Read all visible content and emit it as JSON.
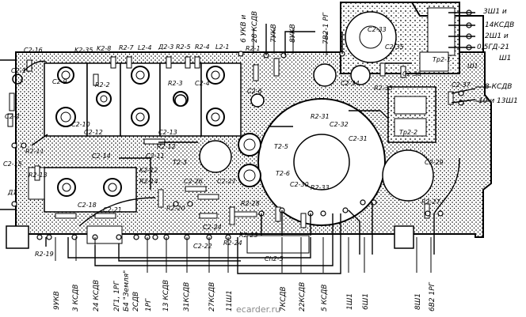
{
  "board_labels": [
    {
      "id": "c2-16",
      "text": "C2-16"
    },
    {
      "id": "k2-35",
      "text": "K2-35"
    },
    {
      "id": "k2-8",
      "text": "K2-8"
    },
    {
      "id": "r2-7",
      "text": "R2-7"
    },
    {
      "id": "l2-4",
      "text": "L2-4"
    },
    {
      "id": "d2-3",
      "text": "Д2-3"
    },
    {
      "id": "r2-5",
      "text": "R2-5"
    },
    {
      "id": "r2-4",
      "text": "R2-4"
    },
    {
      "id": "l2-1",
      "text": "L2-1"
    },
    {
      "id": "r2-1",
      "text": "R2-1"
    },
    {
      "id": "c2-33",
      "text": "C2-33"
    },
    {
      "id": "r2-31",
      "text": "R2-31"
    },
    {
      "id": "c2-32",
      "text": "C2-32"
    },
    {
      "id": "t2-5",
      "text": "T2-5"
    },
    {
      "id": "t2-6",
      "text": "T2-6"
    },
    {
      "id": "c2-30",
      "text": "C2-30"
    },
    {
      "id": "r2-33",
      "text": "R2-33"
    },
    {
      "id": "c2-29",
      "text": "C2-29"
    },
    {
      "id": "r2-27",
      "text": "R2-27"
    },
    {
      "id": "tr2-2",
      "text": "Tp2-2"
    },
    {
      "id": "c2-26",
      "text": "C2-26"
    },
    {
      "id": "c2-27",
      "text": "C2-27"
    },
    {
      "id": "r2-28",
      "text": "R2-28"
    },
    {
      "id": "c2-18",
      "text": "C2-18"
    },
    {
      "id": "c2-21",
      "text": "C2-21"
    },
    {
      "id": "r2-19",
      "text": "R2-19"
    },
    {
      "id": "d1",
      "text": "Д1"
    },
    {
      "id": "c2-15",
      "text": "C2-15"
    },
    {
      "id": "c2-13",
      "text": "C2-13"
    },
    {
      "id": "k2-12",
      "text": "K2-12"
    },
    {
      "id": "c2-10",
      "text": "C2-10"
    },
    {
      "id": "c2-11",
      "text": "C2-11"
    },
    {
      "id": "r2-12",
      "text": "R2-12"
    },
    {
      "id": "r2-14",
      "text": "R2-14"
    },
    {
      "id": "t2-3",
      "text": "T2-3"
    },
    {
      "id": "c2-22",
      "text": "C2-22"
    },
    {
      "id": "c2-24",
      "text": "C2-24"
    },
    {
      "id": "r2-24",
      "text": "R2-24"
    },
    {
      "id": "r2-23",
      "text": "R2-23"
    },
    {
      "id": "c2-1",
      "text": "C2-1"
    },
    {
      "id": "c2-2",
      "text": "C2-2"
    },
    {
      "id": "ch2-5",
      "text": "Ch2-5"
    },
    {
      "id": "c2-35",
      "text": "C2-35"
    },
    {
      "id": "c2-36",
      "text": "C2-36"
    },
    {
      "id": "tr2-1",
      "text": "Tp2-1"
    },
    {
      "id": "sh1",
      "text": "Ш1"
    },
    {
      "id": "c2-9",
      "text": "C2-9"
    },
    {
      "id": "c2-14",
      "text": "C2-14"
    },
    {
      "id": "r2-11",
      "text": "R2-11"
    },
    {
      "id": "r2-13",
      "text": "R2-13"
    },
    {
      "id": "r2-2",
      "text": "R2-2"
    },
    {
      "id": "r2-3",
      "text": "R2-3"
    },
    {
      "id": "c2-4",
      "text": "C2-4"
    },
    {
      "id": "c2-6",
      "text": "C2-6"
    },
    {
      "id": "c2-12",
      "text": "C2-12"
    },
    {
      "id": "c2-34",
      "text": "C2-34"
    },
    {
      "id": "r2-35",
      "text": "R2-35"
    },
    {
      "id": "c2-37",
      "text": "C2-37"
    },
    {
      "id": "c2-31",
      "text": "C2-31"
    },
    {
      "id": "r2-20",
      "text": "R2-20"
    }
  ],
  "top_labels": [
    {
      "id": "6ukv-i",
      "text": "6 УКВ и"
    },
    {
      "id": "28kdv",
      "text": "28 КСДВ"
    },
    {
      "id": "7ukv",
      "text": "7УКВ"
    },
    {
      "id": "8ukv",
      "text": "8УКВ"
    },
    {
      "id": "7v2-1rg",
      "text": "7В2-1 РГ"
    }
  ],
  "right_labels": [
    {
      "id": "3sh1-i",
      "text": "3Ш1 и"
    },
    {
      "id": "14kdv",
      "text": "14КСДВ"
    },
    {
      "id": "2sh1-i",
      "text": "2Ш1 и"
    },
    {
      "id": "05gd21",
      "text": "0,5ГД-21"
    },
    {
      "id": "sh1b",
      "text": "Ш1"
    },
    {
      "id": "8kdv",
      "text": "8 КСДВ"
    },
    {
      "id": "10i13",
      "text": "10 и 13Ш1"
    }
  ],
  "bottom_labels": [
    {
      "id": "9ukv",
      "text": "9УКВ"
    },
    {
      "id": "3kdv",
      "text": "3 КСДВ"
    },
    {
      "id": "24kdv",
      "text": "24 КСДВ"
    },
    {
      "id": "2rg-1rg",
      "text": "2Г1, 1РГ"
    },
    {
      "id": "b4-zemlya",
      "text": "Б4 \"Земля\""
    },
    {
      "id": "2sdv",
      "text": "2СДВ"
    },
    {
      "id": "1rg",
      "text": "1РГ"
    },
    {
      "id": "13kdv",
      "text": "13 КСДВ"
    },
    {
      "id": "31kdv",
      "text": "31КСДВ"
    },
    {
      "id": "27kdv",
      "text": "27КСДВ"
    },
    {
      "id": "11sh1",
      "text": "11Ш1"
    },
    {
      "id": "7kdv",
      "text": "7КСДВ"
    },
    {
      "id": "22kdv",
      "text": "22КСДВ"
    },
    {
      "id": "5kdv",
      "text": "5 КСДВ"
    },
    {
      "id": "1sh1",
      "text": "1Ш1"
    },
    {
      "id": "6sh1",
      "text": "6Ш1"
    },
    {
      "id": "8sh1",
      "text": "8Ш1"
    },
    {
      "id": "6v2-1rg",
      "text": "6В2 1РГ"
    }
  ],
  "watermark": "ecarder.ru"
}
